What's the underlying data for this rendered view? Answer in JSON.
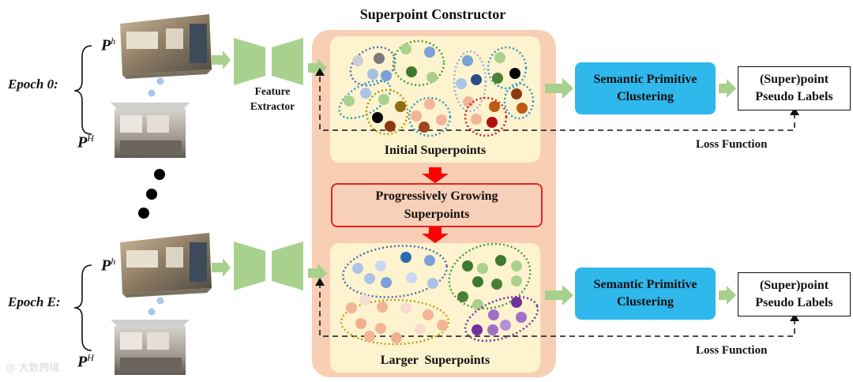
{
  "title": "Superpoint Constructor",
  "epoch_top": "Epoch 0:",
  "epoch_bottom": "Epoch E:",
  "p_lower": "P",
  "p_lower_sup": "h",
  "p_upper": "P",
  "p_upper_sup": "H",
  "feature_extractor": [
    "Feature",
    "Extractor"
  ],
  "initial_superpoints": "Initial Superpoints",
  "larger_superpoints": "Larger  Superpoints",
  "progressive": [
    "Progressively Growing",
    "Superpoints"
  ],
  "semantic_clustering": [
    "Semantic Primitive",
    "Clustering"
  ],
  "pseudo_labels": [
    "(Super)point",
    "Pseudo Labels"
  ],
  "loss_function": "Loss Function",
  "watermark": "大数跨境",
  "colors": {
    "constructor_bg": "#f8cfb5",
    "panel_bg": "#fef3cf",
    "arrow_green": "#a8d08d",
    "feature_green": "#a9d18e",
    "blue_box": "#2eb8ec",
    "red_arrow": "#ff0000"
  }
}
